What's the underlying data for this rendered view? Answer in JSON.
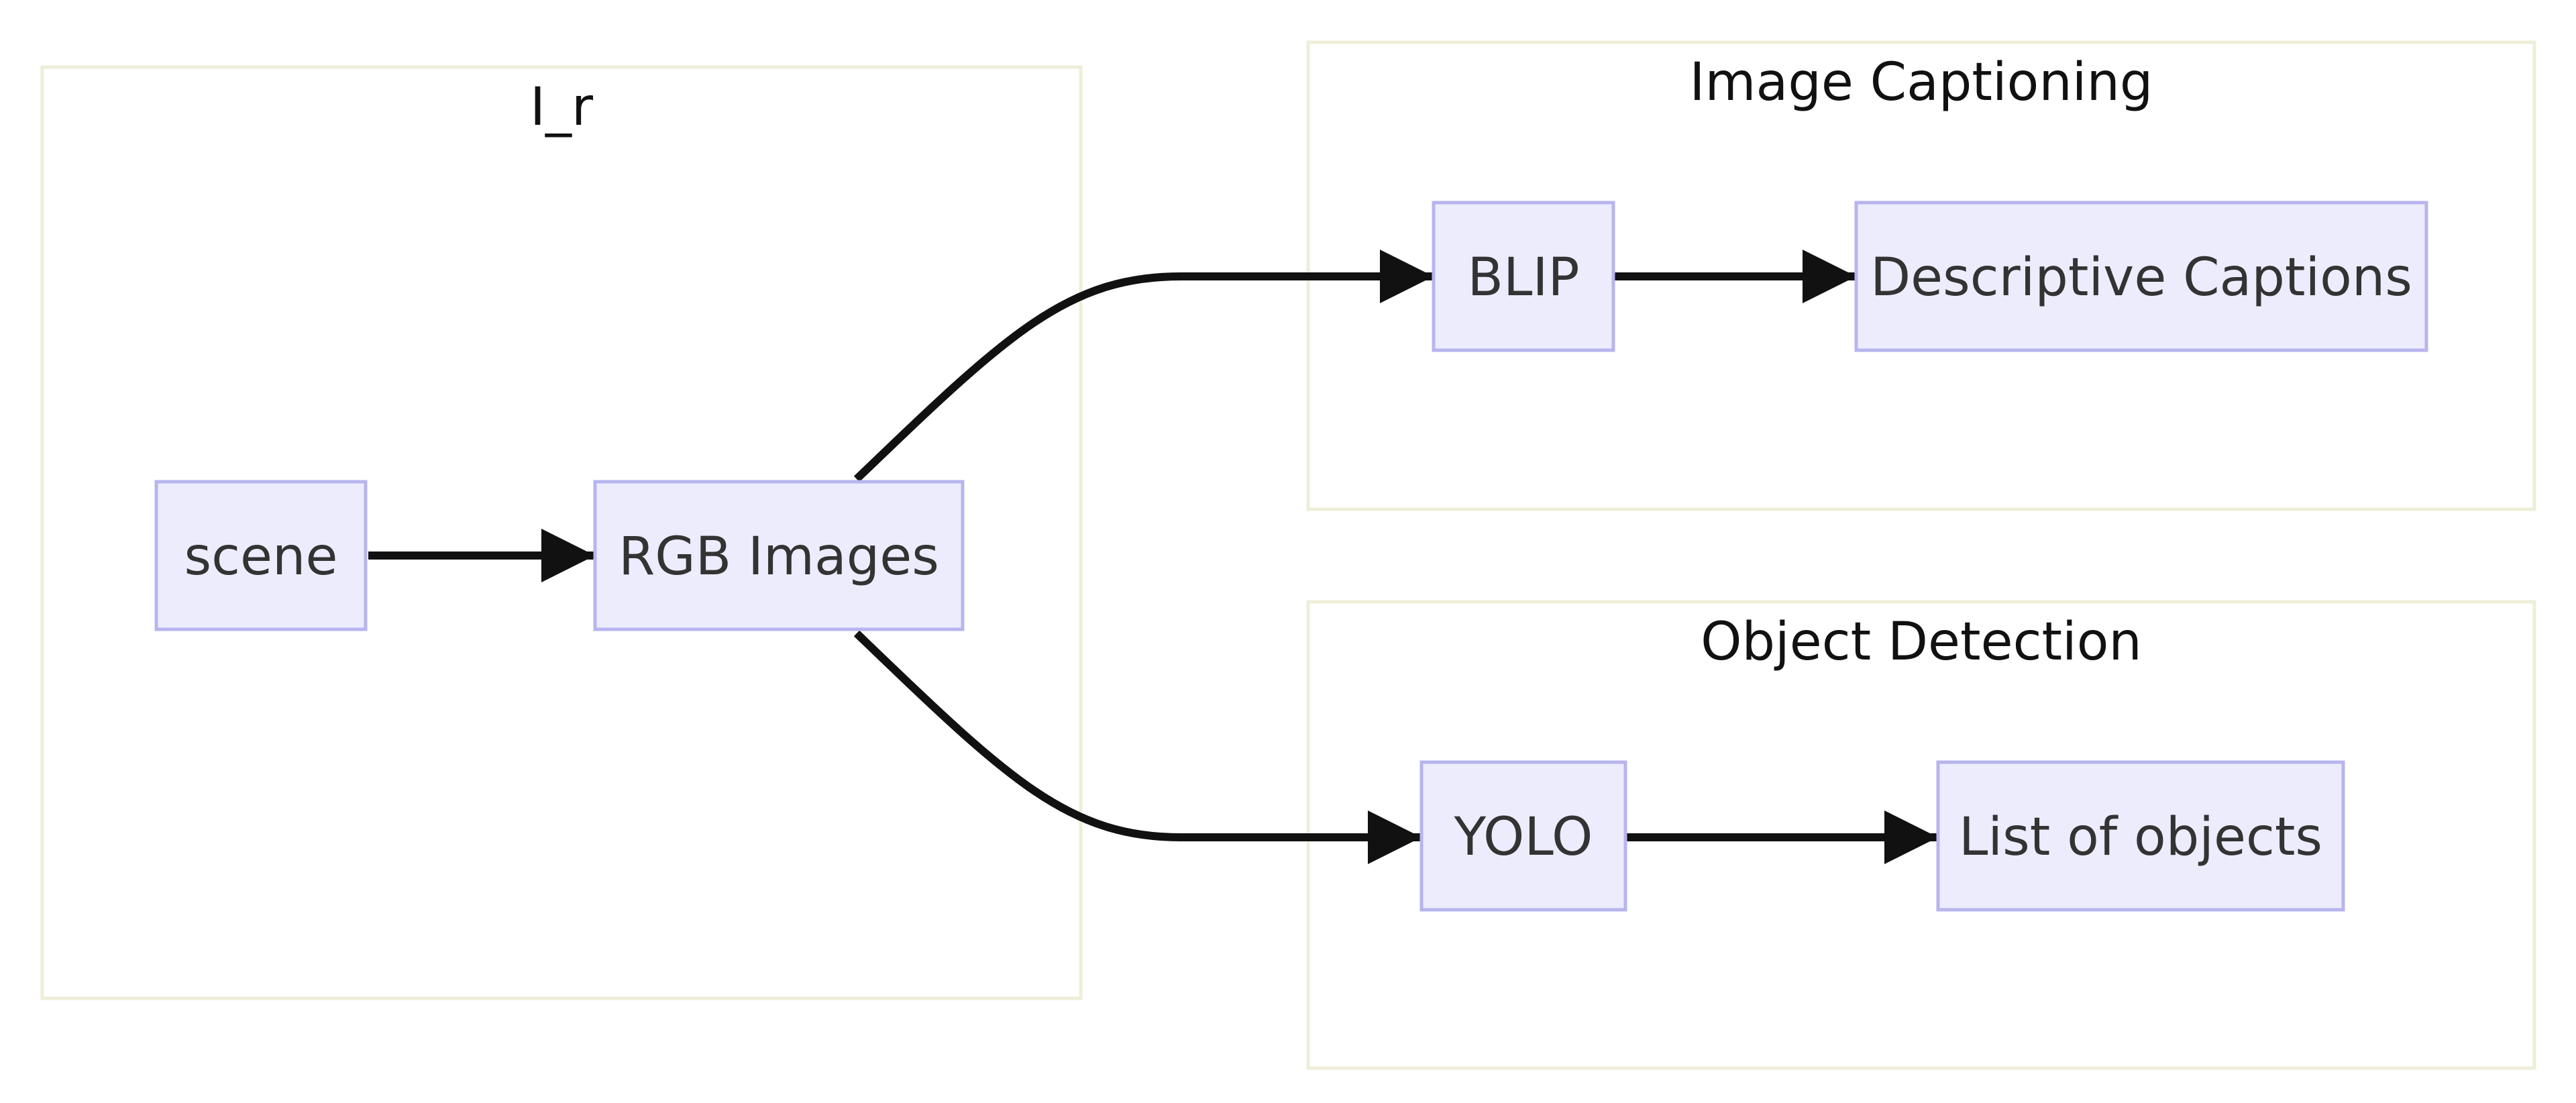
{
  "clusters": {
    "ir": {
      "label": "I_r"
    },
    "captioning": {
      "label": "Image Captioning"
    },
    "detection": {
      "label": "Object Detection"
    }
  },
  "nodes": {
    "scene": {
      "label": "scene"
    },
    "rgb": {
      "label": "RGB Images"
    },
    "blip": {
      "label": "BLIP"
    },
    "captions": {
      "label": "Descriptive Captions"
    },
    "yolo": {
      "label": "YOLO"
    },
    "objects": {
      "label": "List of objects"
    }
  },
  "edges": [
    {
      "from": "scene",
      "to": "rgb"
    },
    {
      "from": "rgb",
      "to": "blip"
    },
    {
      "from": "blip",
      "to": "captions"
    },
    {
      "from": "rgb",
      "to": "yolo"
    },
    {
      "from": "yolo",
      "to": "objects"
    }
  ],
  "colors": {
    "cluster_stroke": "#eeeed8",
    "node_fill": "#ececfd",
    "node_stroke": "#b7b4ee",
    "edge": "#111111",
    "node_text": "#333333"
  }
}
